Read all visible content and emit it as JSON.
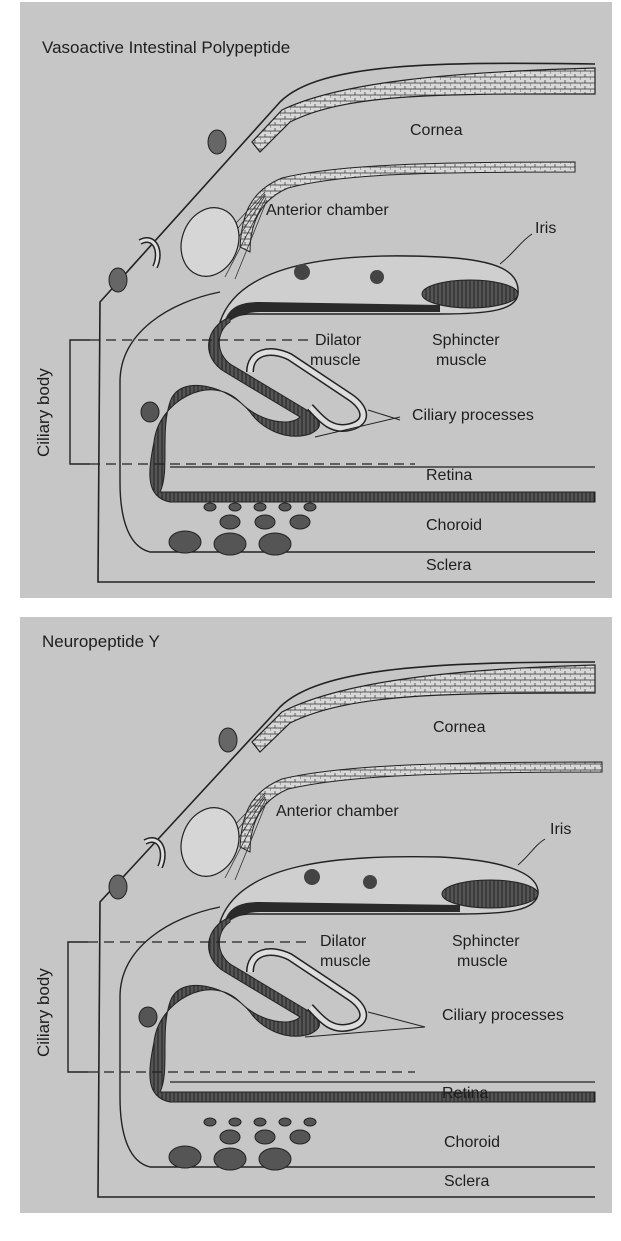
{
  "panels": [
    {
      "title": "Vasoactive Intestinal Polypeptide",
      "labels": {
        "cornea": "Cornea",
        "anterior_chamber": "Anterior chamber",
        "iris": "Iris",
        "dilator_1": "Dilator",
        "dilator_2": "muscle",
        "sphincter_1": "Sphincter",
        "sphincter_2": "muscle",
        "ciliary_processes": "Ciliary processes",
        "ciliary_body": "Ciliary body",
        "retina": "Retina",
        "choroid": "Choroid",
        "sclera": "Sclera"
      }
    },
    {
      "title": "Neuropeptide Y",
      "labels": {
        "cornea": "Cornea",
        "anterior_chamber": "Anterior chamber",
        "iris": "Iris",
        "dilator_1": "Dilator",
        "dilator_2": "muscle",
        "sphincter_1": "Sphincter",
        "sphincter_2": "muscle",
        "ciliary_processes": "Ciliary processes",
        "ciliary_body": "Ciliary body",
        "retina": "Retina",
        "choroid": "Choroid",
        "sclera": "Sclera"
      }
    }
  ]
}
